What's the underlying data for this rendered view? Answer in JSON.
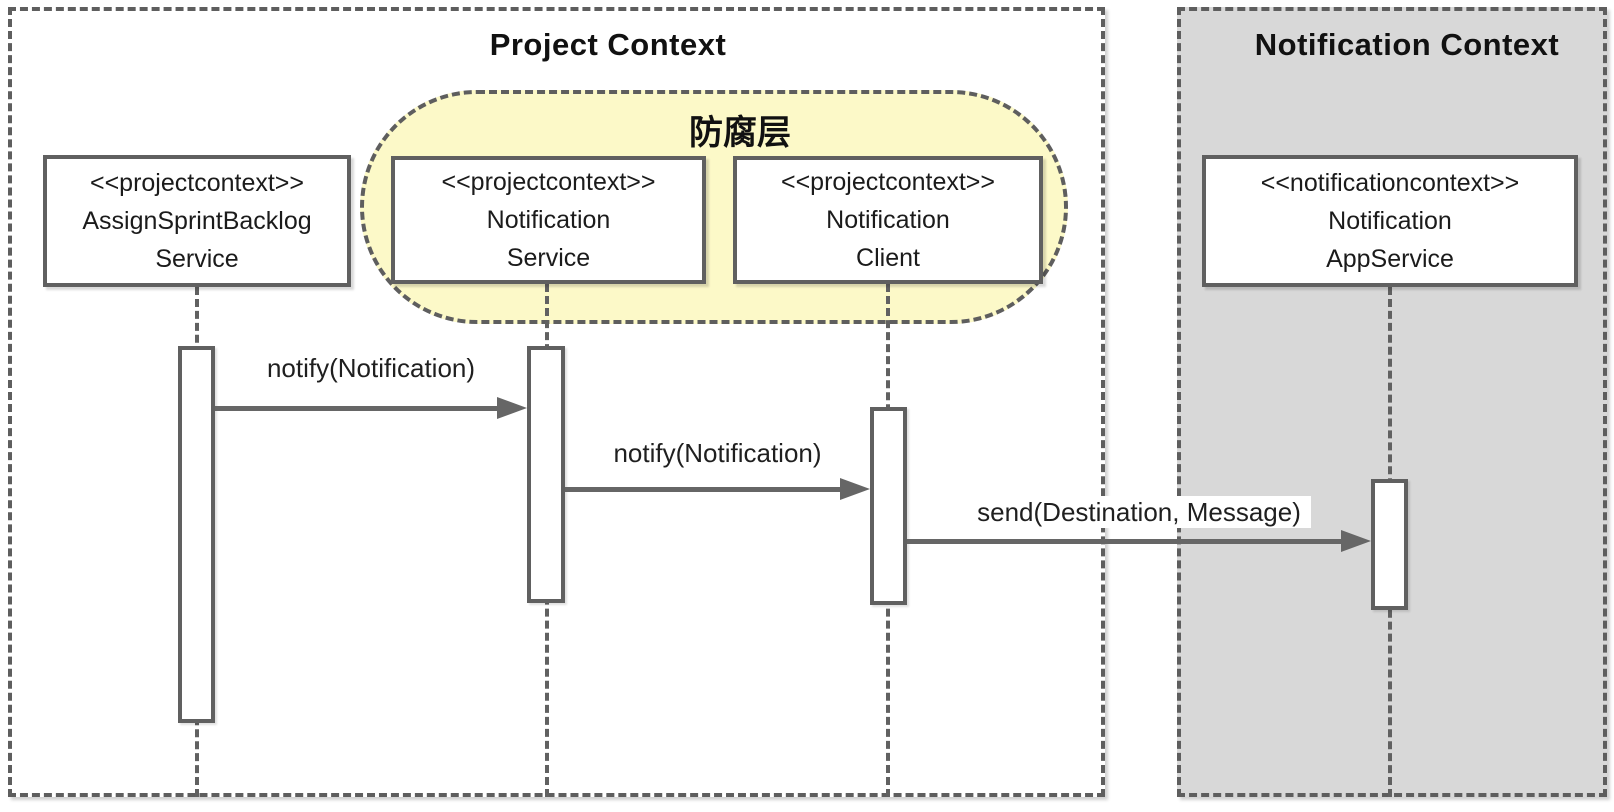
{
  "colors": {
    "line_gray": "#616161",
    "border_gray": "#606060",
    "notification_context_fill": "#d8d8d8",
    "anticorruption_layer_fill": "#fcf9c8",
    "participant_fill": "#ffffff",
    "text": "#1b1b1b"
  },
  "project_context": {
    "title": "Project Context",
    "acl": {
      "title": "防腐层"
    }
  },
  "notification_context": {
    "title": "Notification Context"
  },
  "participants": [
    {
      "stereotype": "<<projectcontext>>",
      "line1": "AssignSprintBacklog",
      "line2": "Service"
    },
    {
      "stereotype": "<<projectcontext>>",
      "line1": "Notification",
      "line2": "Service"
    },
    {
      "stereotype": "<<projectcontext>>",
      "line1": "Notification",
      "line2": "Client"
    },
    {
      "stereotype": "<<notificationcontext>>",
      "line1": "Notification",
      "line2": "AppService"
    }
  ],
  "messages": [
    {
      "label": "notify(Notification)",
      "from": "AssignSprintBacklogService",
      "to": "NotificationService"
    },
    {
      "label": "notify(Notification)",
      "from": "NotificationService",
      "to": "NotificationClient"
    },
    {
      "label": "send(Destination, Message)",
      "from": "NotificationClient",
      "to": "NotificationAppService"
    }
  ]
}
